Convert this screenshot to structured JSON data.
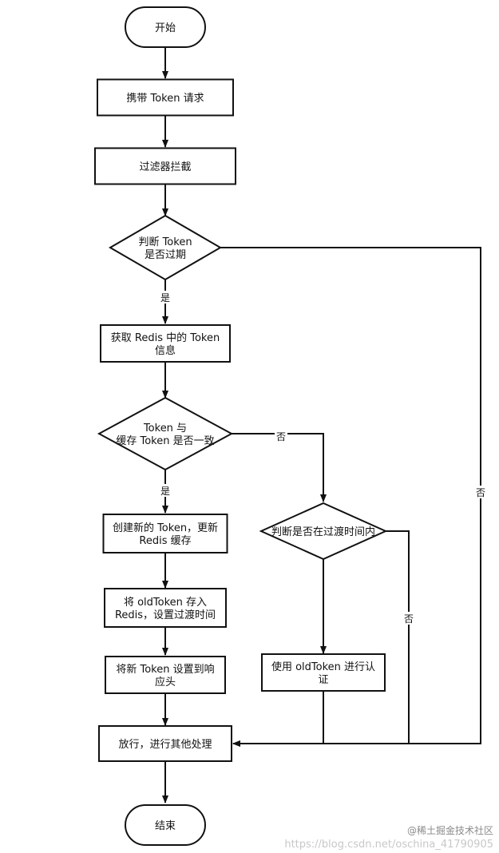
{
  "flowchart": {
    "nodes": [
      {
        "id": "start",
        "shape": "terminal",
        "lines": [
          "开始"
        ]
      },
      {
        "id": "carry-token",
        "shape": "process",
        "lines": [
          "携带 Token 请求"
        ]
      },
      {
        "id": "filter",
        "shape": "process",
        "lines": [
          "过滤器拦截"
        ]
      },
      {
        "id": "check-expired",
        "shape": "decision",
        "lines": [
          "判断 Token",
          "是否过期"
        ]
      },
      {
        "id": "get-redis",
        "shape": "process",
        "lines": [
          "获取 Redis 中的 Token",
          "信息"
        ]
      },
      {
        "id": "compare",
        "shape": "decision",
        "lines": [
          "Token 与",
          "缓存 Token 是否一致"
        ]
      },
      {
        "id": "create-token",
        "shape": "process",
        "lines": [
          "创建新的 Token，更新",
          "Redis 缓存"
        ]
      },
      {
        "id": "store-old",
        "shape": "process",
        "lines": [
          "将 oldToken 存入",
          "Redis，设置过渡时间"
        ]
      },
      {
        "id": "set-header",
        "shape": "process",
        "lines": [
          "将新 Token 设置到响",
          "应头"
        ]
      },
      {
        "id": "check-transition",
        "shape": "decision",
        "lines": [
          "判断是否在过渡时间内"
        ]
      },
      {
        "id": "use-old",
        "shape": "process",
        "lines": [
          "使用 oldToken 进行认",
          "证"
        ]
      },
      {
        "id": "pass",
        "shape": "process",
        "lines": [
          "放行，进行其他处理"
        ]
      },
      {
        "id": "end",
        "shape": "terminal",
        "lines": [
          "结束"
        ]
      }
    ],
    "edges": [
      {
        "from": "start",
        "to": "carry-token",
        "label": ""
      },
      {
        "from": "carry-token",
        "to": "filter",
        "label": ""
      },
      {
        "from": "filter",
        "to": "check-expired",
        "label": ""
      },
      {
        "from": "check-expired",
        "to": "get-redis",
        "label": "是"
      },
      {
        "from": "check-expired",
        "to": "pass",
        "label": "否"
      },
      {
        "from": "get-redis",
        "to": "compare",
        "label": ""
      },
      {
        "from": "compare",
        "to": "create-token",
        "label": "是"
      },
      {
        "from": "compare",
        "to": "check-transition",
        "label": "否"
      },
      {
        "from": "create-token",
        "to": "store-old",
        "label": ""
      },
      {
        "from": "store-old",
        "to": "set-header",
        "label": ""
      },
      {
        "from": "set-header",
        "to": "pass",
        "label": ""
      },
      {
        "from": "check-transition",
        "to": "use-old",
        "label": ""
      },
      {
        "from": "check-transition",
        "to": "pass",
        "label": "否"
      },
      {
        "from": "use-old",
        "to": "pass",
        "label": ""
      },
      {
        "from": "pass",
        "to": "end",
        "label": ""
      }
    ]
  },
  "watermark": {
    "brand": "@稀土掘金技术社区",
    "url": "https://blog.csdn.net/oschina_41790905"
  }
}
